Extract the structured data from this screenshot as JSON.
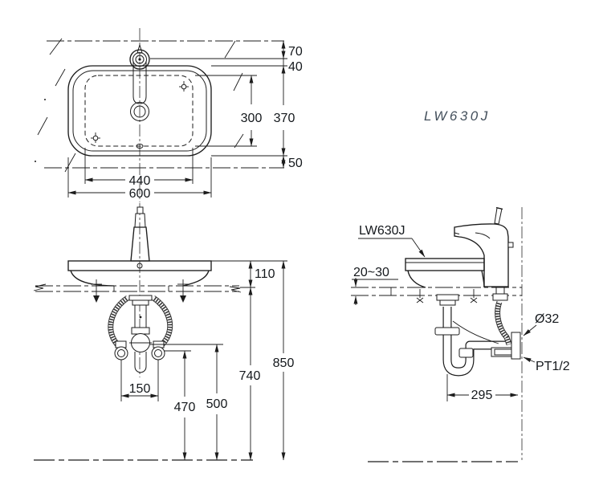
{
  "title": "LW630J",
  "plan_view": {
    "dim_top_offset": "70",
    "dim_faucet_offset": "40",
    "dim_cutout_depth": "300",
    "dim_basin_depth": "370",
    "dim_front_overhang": "50",
    "dim_cutout_width": "440",
    "dim_basin_width": "600"
  },
  "front_view": {
    "dim_rim_above_counter": "110",
    "dim_rim_height": "850",
    "dim_counter_height": "740",
    "dim_trap_height": "500",
    "dim_hose_height": "470",
    "dim_hose_spacing": "150"
  },
  "side_view": {
    "model_label": "LW630J",
    "counter_thickness": "20~30",
    "drain_diameter": "Ø32",
    "supply_thread": "PT1/2",
    "dim_wall_offset": "295"
  }
}
